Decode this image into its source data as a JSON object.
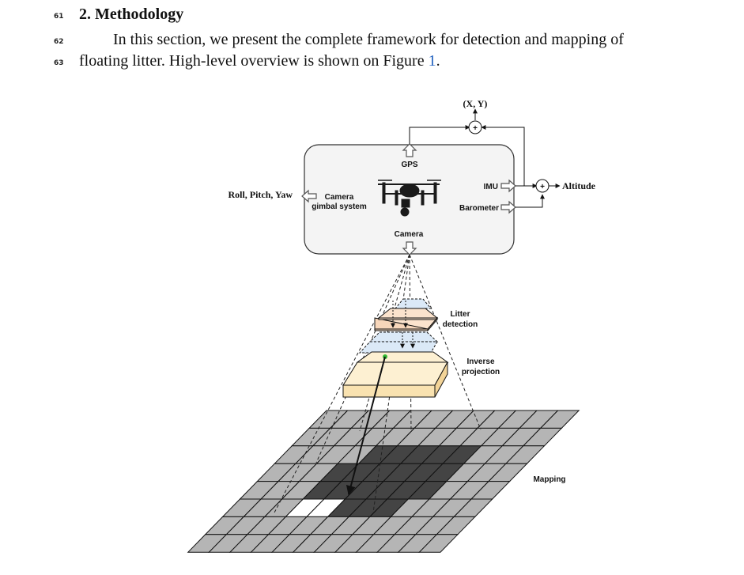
{
  "line_numbers": [
    "61",
    "62",
    "63"
  ],
  "section": {
    "number": "2.",
    "title": "Methodology"
  },
  "paragraph": {
    "line1": "In this section, we present the complete framework for detection and mapping of",
    "line2_prefix": "floating litter. High-level overview is shown on Figure ",
    "figure_ref": "1",
    "line2_suffix": "."
  },
  "figure": {
    "labels": {
      "xy": "(X, Y)",
      "gps": "GPS",
      "imu": "IMU",
      "barometer": "Barometer",
      "altitude": "Altitude",
      "roll_pitch_yaw": "Roll, Pitch, Yaw",
      "camera_gimbal_line1": "Camera",
      "camera_gimbal_line2": "gimbal system",
      "camera": "Camera",
      "litter_detection_line1": "Litter",
      "litter_detection_line2": "detection",
      "inverse_projection_line1": "Inverse",
      "inverse_projection_line2": "projection",
      "mapping": "Mapping",
      "sum": "+"
    },
    "colors": {
      "panel": "#f4f4f4",
      "layer_peach": "#fbe3cd",
      "layer_blue": "#dbe9f7",
      "layer_cream": "#fdf0d2",
      "cell_light": "#b5b5b5",
      "cell_dark": "#444444",
      "cell_white": "#ffffff",
      "litter_dot": "#33bb33"
    }
  }
}
